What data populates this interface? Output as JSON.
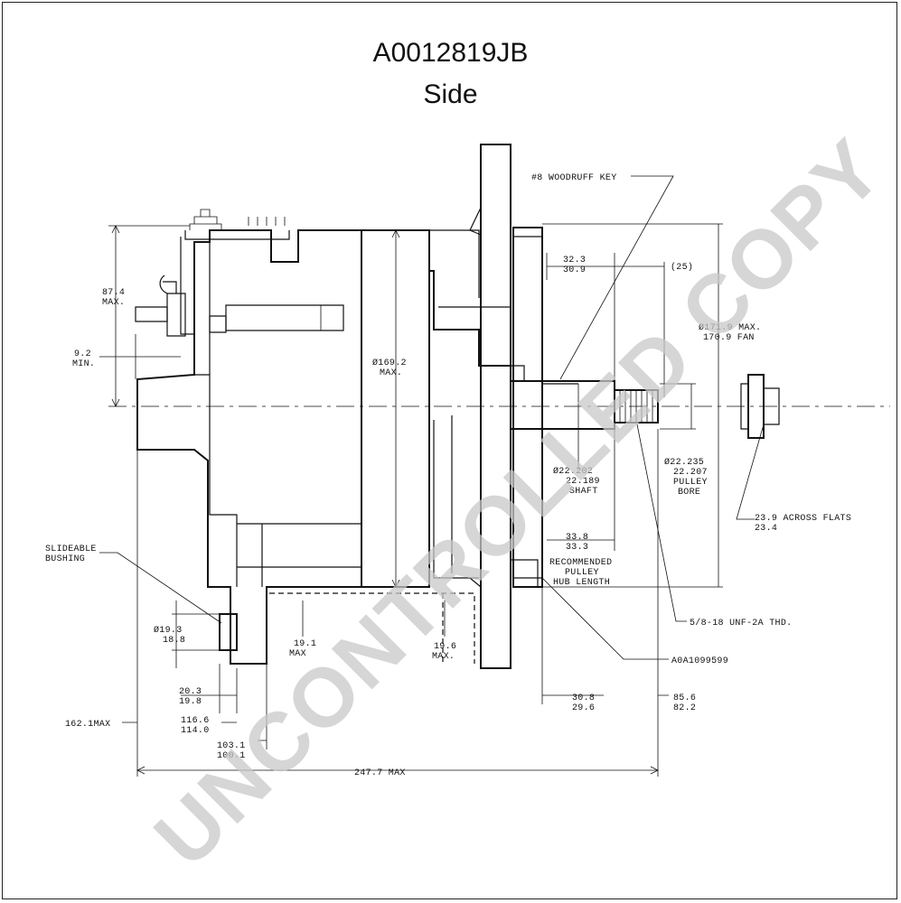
{
  "header": {
    "title": "A0012819JB",
    "subtitle": "Side"
  },
  "watermark": "UNCONTROLLED COPY",
  "dimensions": {
    "woodruff_key": "#8 WOODRUFF KEY",
    "d87": "87.4",
    "d87_max": "MAX.",
    "d9": "9.2",
    "d9_min": "MIN.",
    "dia169": "Ø169.2",
    "dia169_max": "MAX.",
    "d32": "32.3",
    "d30_9": "30.9",
    "d25": "(25)",
    "dia171": "Ø171.9 MAX.",
    "dia170": "170.9 FAN",
    "shaft_dia1": "Ø22.202",
    "shaft_dia2": "22.189",
    "shaft_label": "SHAFT",
    "bore_dia1": "Ø22.235",
    "bore_dia2": "22.207",
    "bore_label1": "PULLEY",
    "bore_label2": "BORE",
    "flats1": "23.9 ACROSS FLATS",
    "flats2": "23.4",
    "bushing1": "SLIDEABLE",
    "bushing2": "BUSHING",
    "d33_8": "33.8",
    "d33_3": "33.3",
    "hub1": "RECOMMENDED",
    "hub2": "PULLEY",
    "hub3": "HUB LENGTH",
    "dia19_3": "Ø19.3",
    "d18_8": "18.8",
    "d19_1": "19.1",
    "d19_1_max": "MAX",
    "d19_6": "19.6",
    "d19_6_max": "MAX.",
    "thread": "5/8-18 UNF-2A THD.",
    "part_ref": "A0A1099599",
    "d20_3": "20.3",
    "d19_8": "19.8",
    "d30_8": "30.8",
    "d29_6": "29.6",
    "d85_6": "85.6",
    "d82_2": "82.2",
    "d162": "162.1MAX",
    "d116_6": "116.6",
    "d114_0": "114.0",
    "d103": "103.1",
    "d100": "100.1",
    "d247": "247.7 MAX"
  }
}
